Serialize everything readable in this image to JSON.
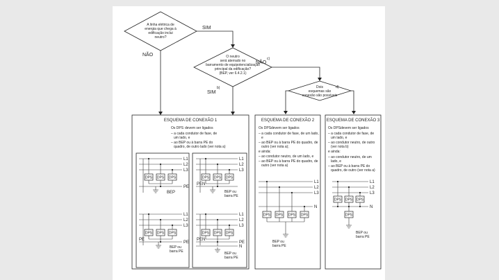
{
  "flow": {
    "q1": [
      "A linha elétrica de",
      "energia que chega à",
      "edificação inclui",
      "neutro?"
    ],
    "q1_yes": "SIM",
    "q1_no": "NÃO",
    "q2": [
      "O neutro",
      "será aterrado no",
      "barramento de equipotencialização",
      "principal da edificação?",
      "(BEP, ver 6.4.2.1)"
    ],
    "q2_no": "NÃO",
    "q2_no_note": "c)",
    "q2_yes": "SIM",
    "q2_yes_note": "b)",
    "q3": [
      "Dois",
      "esquemas são",
      "conexão são possíveis"
    ],
    "q3_note": "d)"
  },
  "schemes": {
    "s1": {
      "title": "ESQUEMA DE CONEXÃO 1",
      "lines": [
        "Os DPS",
        "devem ser ligados",
        "– a cada condutor de fase, de",
        "um lado, e",
        "– ao BEP ou à barra PE do",
        "quadro, de outro lado (ver nota a)"
      ]
    },
    "s2": {
      "title": "ESQUEMA DE CONEXÃO 2",
      "lines": [
        "Os DPS",
        "devem ser ligados",
        "– a cada condutor de fase, de um lado,",
        "e",
        "– ao BEP ou à barra PE do quadro, de",
        "outro (ver nota a);",
        "e ainda:",
        "– ao condutor neutro, de um lado, e",
        "– ao BEP ou à barra PE do quadro, de",
        "outro (ver nota a)"
      ]
    },
    "s3": {
      "title": "ESQUEMA DE CONEXÃO 3",
      "lines": [
        "Os DPS",
        "devem ser ligados",
        "– a cada condutor de fase, de",
        "um lado, e",
        "– ao condutor neutro, de outro",
        "(ver nota b)",
        "e ainda:",
        "– ao condutor neutro, de um",
        "lado, e",
        "– ao BEP ou à barra PE do",
        "quadro, de outro (ver nota a)"
      ]
    }
  },
  "labels": {
    "L1": "L1",
    "L2": "L2",
    "L3": "L3",
    "N": "N",
    "PE": "PE",
    "PEN": "PEN",
    "dps": "DPS",
    "bep": "BEP",
    "bep_or_pe": [
      "BEP ou",
      "barra PE"
    ],
    "bep_or_pe_b": [
      "BEP ou",
      "barra PE"
    ]
  },
  "colors": {
    "paper": "#ffffff",
    "background": "#e9e9e9",
    "ink": "#222222"
  }
}
